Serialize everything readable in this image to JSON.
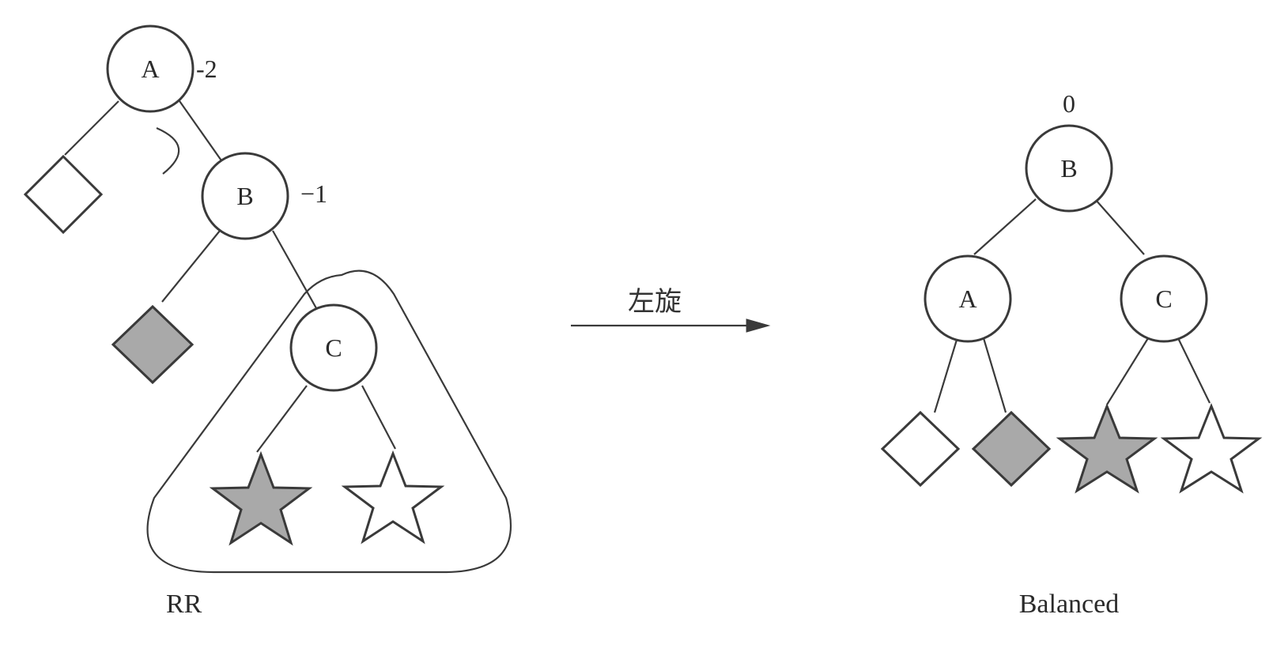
{
  "left_tree": {
    "node_a": {
      "label": "A",
      "balance": "-2"
    },
    "node_b": {
      "label": "B",
      "balance": "−1"
    },
    "node_c": {
      "label": "C"
    },
    "caption": "RR"
  },
  "transition": {
    "label": "左旋"
  },
  "right_tree": {
    "node_b": {
      "label": "B",
      "balance": "0"
    },
    "node_a": {
      "label": "A"
    },
    "node_c": {
      "label": "C"
    },
    "caption": "Balanced"
  },
  "colors": {
    "line": "#3a3a3a",
    "gray_fill": "#a9a9a9",
    "white_fill": "#ffffff"
  },
  "legend_shapes": [
    "white-diamond",
    "gray-diamond",
    "gray-star",
    "white-star"
  ]
}
